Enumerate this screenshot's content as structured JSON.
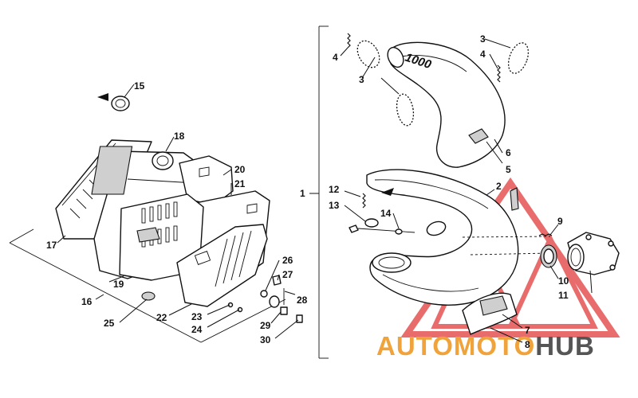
{
  "labels": [
    {
      "id": "1",
      "text": "1"
    },
    {
      "id": "2",
      "text": "2"
    },
    {
      "id": "3a",
      "text": "3"
    },
    {
      "id": "3b",
      "text": "3"
    },
    {
      "id": "4a",
      "text": "4"
    },
    {
      "id": "4b",
      "text": "4"
    },
    {
      "id": "5",
      "text": "5"
    },
    {
      "id": "6",
      "text": "6"
    },
    {
      "id": "7",
      "text": "7"
    },
    {
      "id": "8",
      "text": "8"
    },
    {
      "id": "9",
      "text": "9"
    },
    {
      "id": "10",
      "text": "10"
    },
    {
      "id": "11",
      "text": "11"
    },
    {
      "id": "12",
      "text": "12"
    },
    {
      "id": "13",
      "text": "13"
    },
    {
      "id": "14",
      "text": "14"
    },
    {
      "id": "15",
      "text": "15"
    },
    {
      "id": "16",
      "text": "16"
    },
    {
      "id": "17",
      "text": "17"
    },
    {
      "id": "18",
      "text": "18"
    },
    {
      "id": "19",
      "text": "19"
    },
    {
      "id": "20",
      "text": "20"
    },
    {
      "id": "21",
      "text": "21"
    },
    {
      "id": "22",
      "text": "22"
    },
    {
      "id": "23",
      "text": "23"
    },
    {
      "id": "24",
      "text": "24"
    },
    {
      "id": "25",
      "text": "25"
    },
    {
      "id": "26",
      "text": "26"
    },
    {
      "id": "27",
      "text": "27"
    },
    {
      "id": "28",
      "text": "28"
    },
    {
      "id": "29",
      "text": "29"
    },
    {
      "id": "30",
      "text": "30"
    }
  ],
  "part_marking": "1000",
  "watermark": {
    "part1": "AUTO",
    "part2": "MOTO",
    "part3": "HUB",
    "color_primary": "#f0a33a",
    "color_secondary": "#555555",
    "triangle_color": "#e23c3c"
  }
}
